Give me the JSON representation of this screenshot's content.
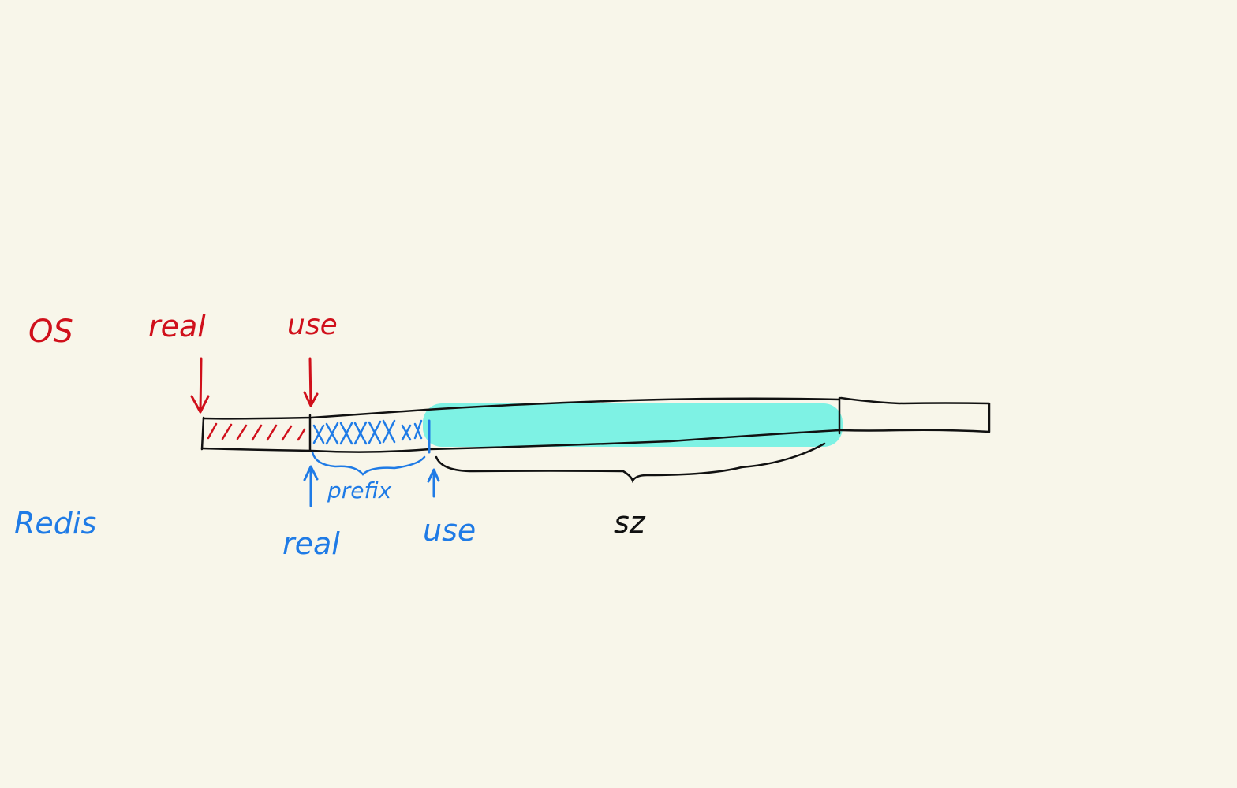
{
  "colors": {
    "background": "#f8f6ea",
    "os": "#d0101b",
    "redis": "#1f7be6",
    "highlight": "#7ef2e4",
    "ink": "#111111"
  },
  "labels": {
    "os_title": "OS",
    "os_real": "real",
    "os_use": "use",
    "redis_title": "Redis",
    "redis_real": "real",
    "redis_use": "use",
    "prefix": "prefix",
    "size": "sz"
  },
  "icons": {
    "os_real_arrow": "arrow-down-icon",
    "os_use_arrow": "arrow-down-icon",
    "redis_real_arrow": "arrow-up-icon",
    "redis_use_arrow": "arrow-up-icon"
  }
}
